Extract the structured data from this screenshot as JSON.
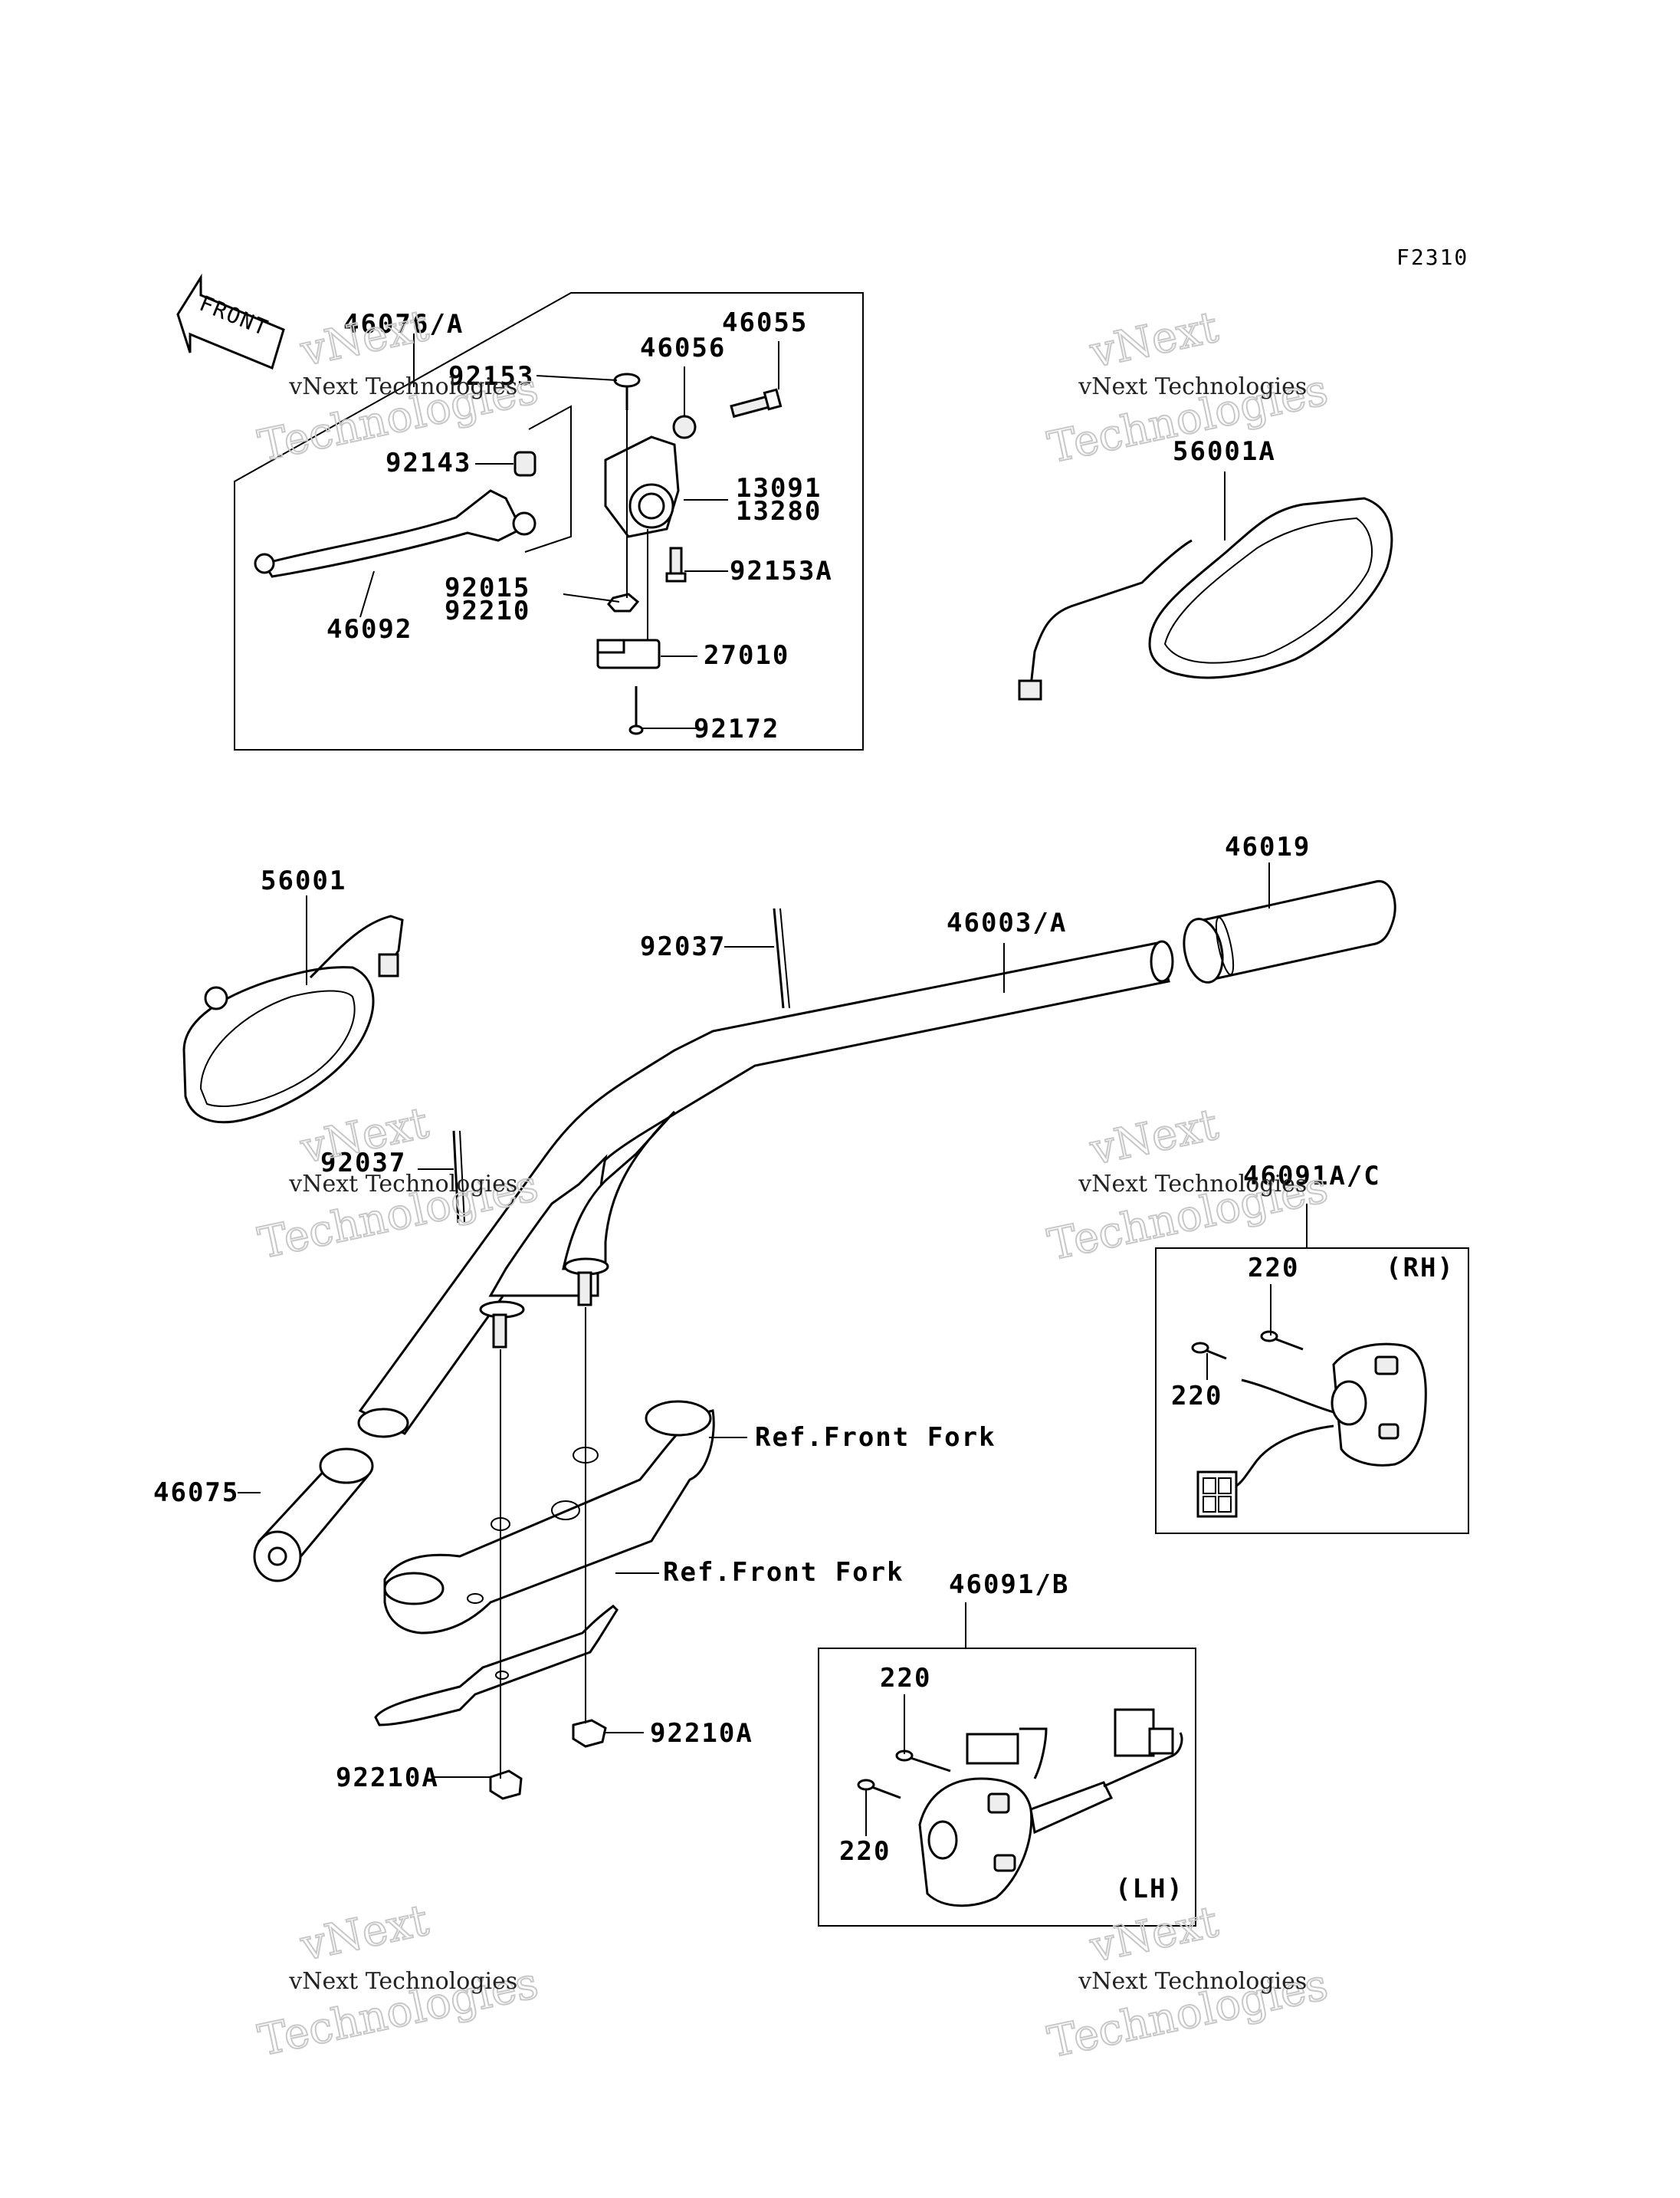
{
  "figure_code": "F2310",
  "front_label": "FRONT",
  "watermark": {
    "line1": "vNext Technologies",
    "line2": "vNext",
    "line3": "Technologies"
  },
  "labels": {
    "p46076A": "46076/A",
    "p46055": "46055",
    "p46056": "46056",
    "p92153": "92153",
    "p92143": "92143",
    "p13091": "13091",
    "p13280": "13280",
    "p92153A": "92153A",
    "p92015": "92015",
    "p92210": "92210",
    "p46092": "46092",
    "p27010": "27010",
    "p92172": "92172",
    "p56001A": "56001A",
    "p56001": "56001",
    "p46019": "46019",
    "p46003A": "46003/A",
    "p92037a": "92037",
    "p92037b": "92037",
    "p46091AC": "46091A/C",
    "rh": "(RH)",
    "p220a": "220",
    "p220b": "220",
    "p46075": "46075",
    "refFork1": "Ref.Front Fork",
    "refFork2": "Ref.Front Fork",
    "p46091B": "46091/B",
    "p220c": "220",
    "p220d": "220",
    "lh": "(LH)",
    "p92210A1": "92210A",
    "p92210A2": "92210A"
  }
}
